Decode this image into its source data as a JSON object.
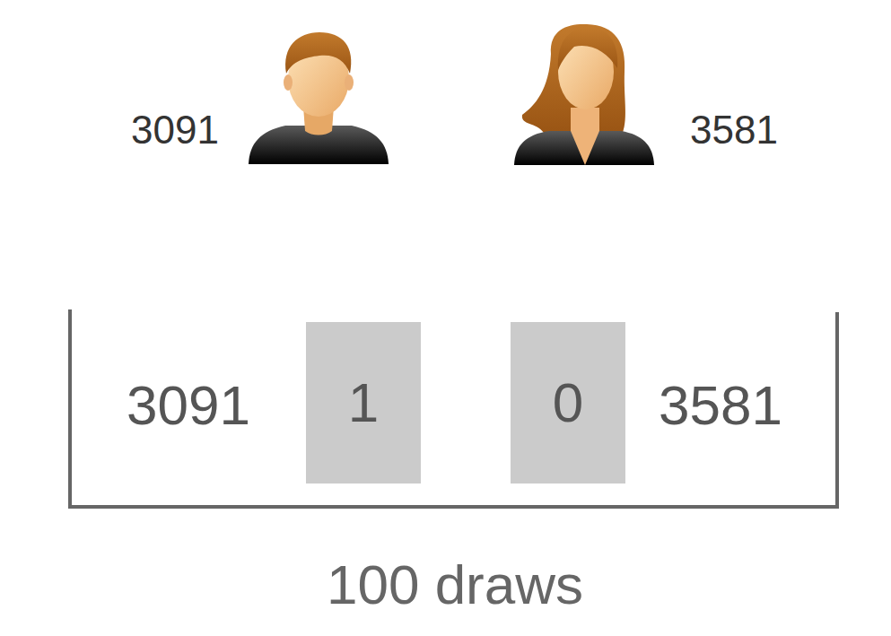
{
  "diagram": {
    "nodes": [
      {
        "text": [
          "1"
        ]
      },
      {
        "text": [
          "0"
        ]
      }
    ],
    "labels": [
      "3091",
      "3581",
      "3091",
      "3581",
      "100 draws"
    ]
  }
}
